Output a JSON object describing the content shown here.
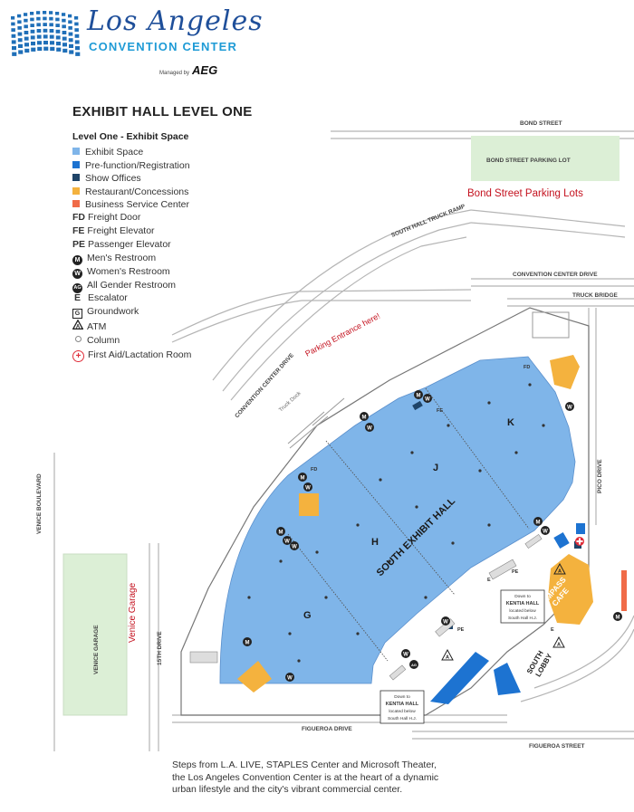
{
  "header": {
    "logo_line1": "Los Angeles",
    "logo_line2": "CONVENTION CENTER",
    "managed_by": "Managed by",
    "managed_by_brand": "AEG"
  },
  "page_title": "EXHIBIT HALL LEVEL ONE",
  "legend": {
    "title": "Level One - Exhibit Space",
    "items": [
      {
        "label": "Exhibit Space",
        "color": "#7fb5e9"
      },
      {
        "label": "Pre-function/Registration",
        "color": "#1d73d1"
      },
      {
        "label": "Show Offices",
        "color": "#1f4468"
      },
      {
        "label": "Restaurant/Concessions",
        "color": "#f4b23e"
      },
      {
        "label": "Business Service Center",
        "color": "#f06b48"
      },
      {
        "code": "FD",
        "label": "Freight Door"
      },
      {
        "code": "FE",
        "label": "Freight Elevator"
      },
      {
        "code": "PE",
        "label": "Passenger Elevator"
      },
      {
        "symbol": "M",
        "label": "Men's Restroom"
      },
      {
        "symbol": "W",
        "label": "Women's Restroom"
      },
      {
        "symbol": "AG",
        "label": "All Gender Restroom"
      },
      {
        "code": "E",
        "label": "Escalator"
      },
      {
        "symbol": "G",
        "label": "Groundwork"
      },
      {
        "symbol": "A",
        "label": "ATM"
      },
      {
        "symbol": "o",
        "label": "Column"
      },
      {
        "symbol": "+",
        "label": "First Aid/Lactation Room"
      }
    ]
  },
  "map": {
    "streets": {
      "bond": "BOND STREET",
      "convention_center_drive_top": "CONVENTION CENTER DRIVE",
      "truck_bridge": "TRUCK BRIDGE",
      "convention_center_drive": "CONVENTION CENTER DRIVE",
      "truck_dock": "Truck Dock",
      "south_hall_truck_ramp": "SOUTH HALL TRUCK RAMP",
      "venice_boulevard": "VENICE BOULEVARD",
      "fifteenth_drive": "15TH DRIVE",
      "figueroa_drive": "FIGUEROA DRIVE",
      "figueroa_street": "FIGUEROA STREET",
      "pico_drive": "PICO DRIVE"
    },
    "bond_lot_label": "BOND STREET PARKING LOT",
    "venice_garage_label": "VENICE GARAGE",
    "hall_label": "SOUTH EXHIBIT HALL",
    "hall_sections": [
      "G",
      "H",
      "J",
      "K"
    ],
    "cafe_line1": "COMPASS",
    "cafe_line2": "CAFE",
    "lobby_line1": "SOUTH",
    "lobby_line2": "LOBBY",
    "kentia_note1": [
      "Down to",
      "KENTIA HALL",
      "located below",
      "South Hall H.J."
    ],
    "kentia_note2": [
      "Down to",
      "KENTIA HALL",
      "located below",
      "South Hall H.J."
    ],
    "annotations": {
      "bond_lots": "Bond Street Parking Lots",
      "parking_entrance": "Parking Entrance here!",
      "venice_garage": "Venice Garage"
    },
    "fd": "FD",
    "fe": "FE",
    "pe": "PE",
    "e": "E",
    "restroom_m": "M",
    "restroom_w": "W",
    "restroom_ag": "AG",
    "atm": "A",
    "colors": {
      "exhibit": "#7fb5e9",
      "prefunction": "#1d73d1",
      "office": "#1f4468",
      "restaurant": "#f4b23e",
      "parking": "#dcefd6",
      "road": "#bbbbbb",
      "annotation": "#c4121f",
      "firstaid": "#e02f3b"
    }
  },
  "footer": {
    "line1": "Steps from L.A. LIVE, STAPLES Center and Microsoft Theater,",
    "line2": "the Los Angeles Convention Center is at the heart of a dynamic",
    "line3": "urban lifestyle and the city's vibrant commercial center."
  }
}
